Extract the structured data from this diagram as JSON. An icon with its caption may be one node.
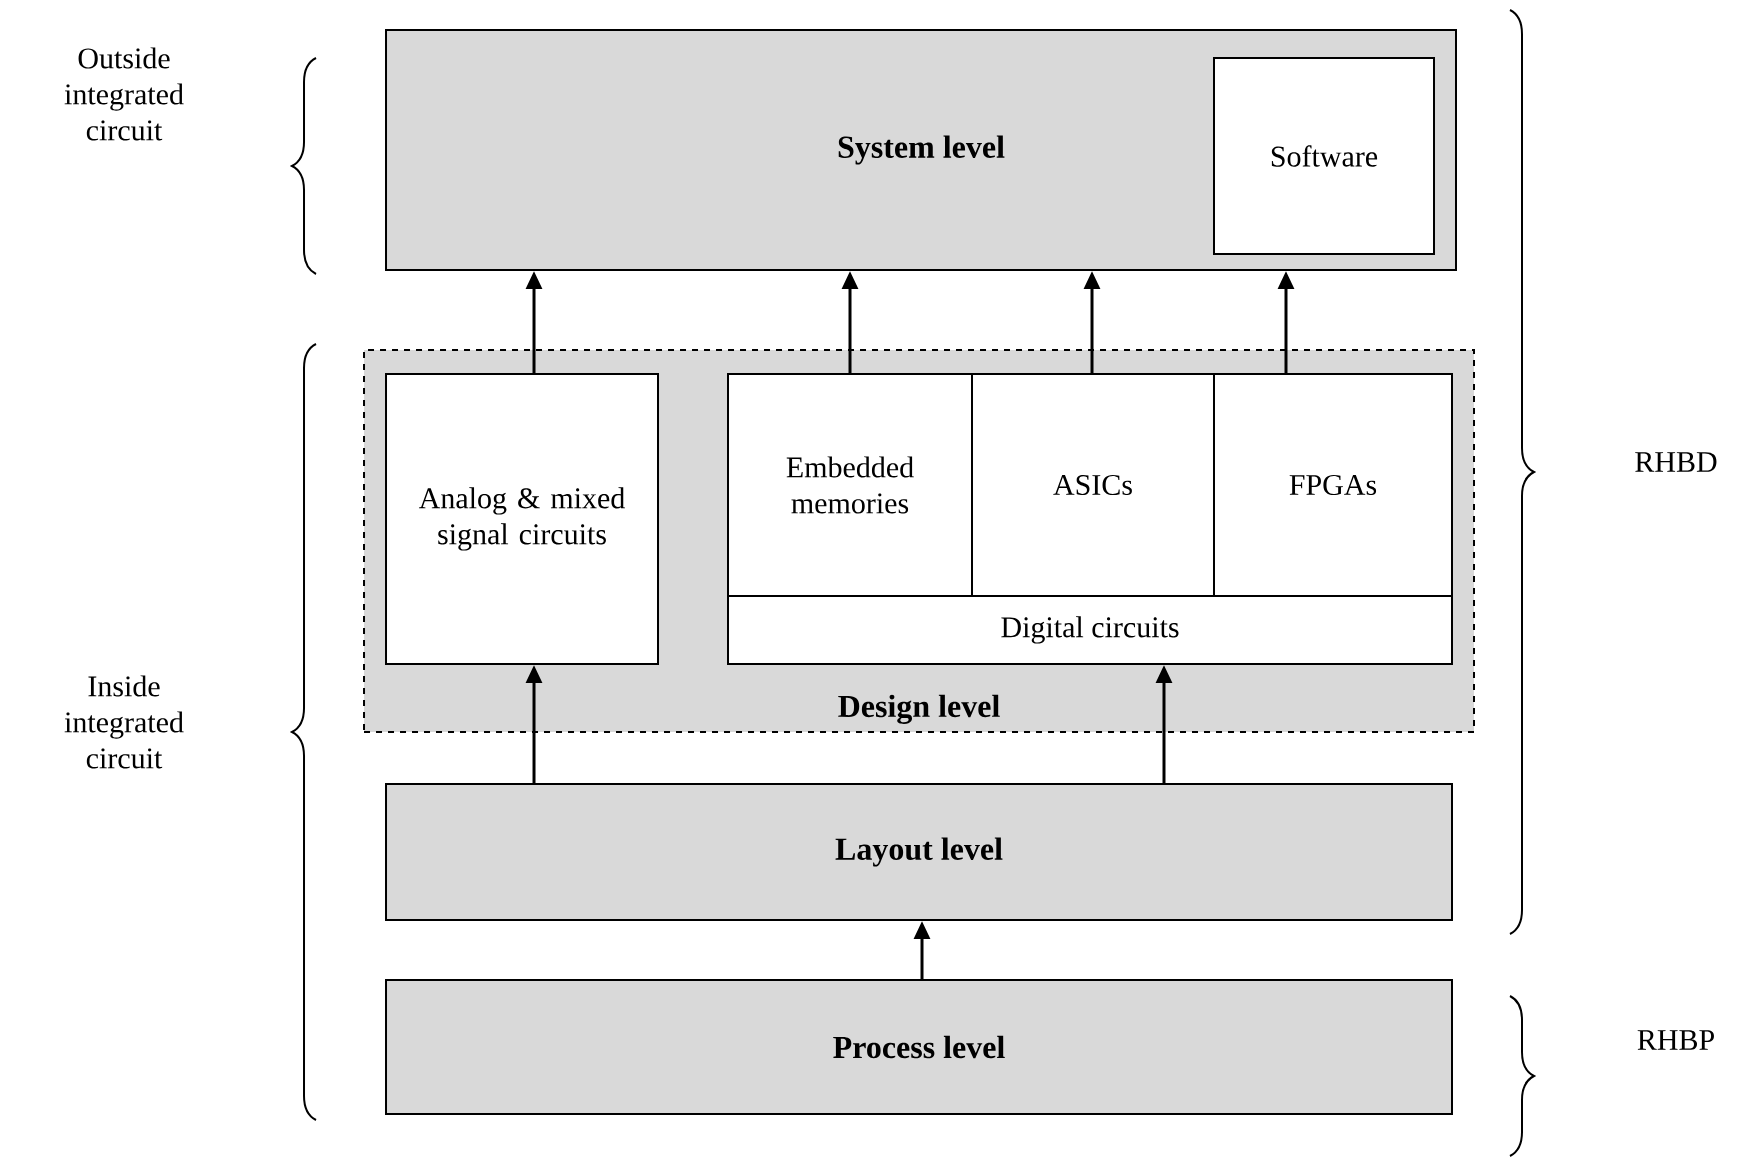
{
  "diagram": {
    "nodes": [
      {
        "text": [
          "System level"
        ]
      },
      {
        "text": [
          "Software"
        ],
        "in": 0
      },
      {
        "text": [
          "Design level"
        ]
      },
      {
        "text": [
          "Analog & mixed signal circuits"
        ],
        "in": 2
      },
      {
        "text": [
          "Digital circuits"
        ],
        "in": 2
      },
      {
        "text": [
          "Embedded memories"
        ],
        "in": 2
      },
      {
        "text": [
          "ASICs"
        ],
        "in": 2
      },
      {
        "text": [
          "FPGAs"
        ],
        "in": 2
      },
      {
        "text": [
          "Layout level"
        ]
      },
      {
        "text": [
          "Process level"
        ]
      }
    ],
    "edges": [
      {
        "from": 3,
        "to": 0,
        "arrow": "to"
      },
      {
        "from": 5,
        "to": 0,
        "arrow": "to"
      },
      {
        "from": 6,
        "to": 0,
        "arrow": "to"
      },
      {
        "from": 7,
        "to": 0,
        "arrow": "to"
      },
      {
        "from": 8,
        "to": 3,
        "arrow": "to"
      },
      {
        "from": 8,
        "to": 4,
        "arrow": "to"
      },
      {
        "from": 9,
        "to": 8,
        "arrow": "to"
      }
    ],
    "labels": [
      "Outside integrated circuit",
      "Inside integrated circuit",
      "RHBD",
      "RHBP"
    ]
  }
}
